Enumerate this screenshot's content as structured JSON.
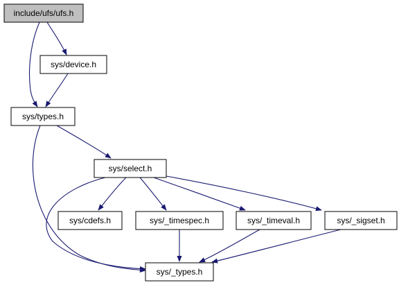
{
  "colors": {
    "root_fill": "#bfbfbf",
    "node_fill": "#ffffff",
    "node_border": "#000000",
    "edge": "#191970"
  },
  "nodes": {
    "ufs": "include/ufs/ufs.h",
    "device": "sys/device.h",
    "types": "sys/types.h",
    "select": "sys/select.h",
    "cdefs": "sys/cdefs.h",
    "timespec": "sys/_timespec.h",
    "timeval": "sys/_timeval.h",
    "sigset": "sys/_sigset.h",
    "_types": "sys/_types.h"
  },
  "edges": [
    [
      "ufs",
      "device"
    ],
    [
      "ufs",
      "types"
    ],
    [
      "device",
      "types"
    ],
    [
      "types",
      "select"
    ],
    [
      "types",
      "_types"
    ],
    [
      "select",
      "cdefs"
    ],
    [
      "select",
      "timespec"
    ],
    [
      "select",
      "timeval"
    ],
    [
      "select",
      "sigset"
    ],
    [
      "select",
      "_types"
    ],
    [
      "timespec",
      "_types"
    ],
    [
      "timeval",
      "_types"
    ],
    [
      "sigset",
      "_types"
    ]
  ]
}
